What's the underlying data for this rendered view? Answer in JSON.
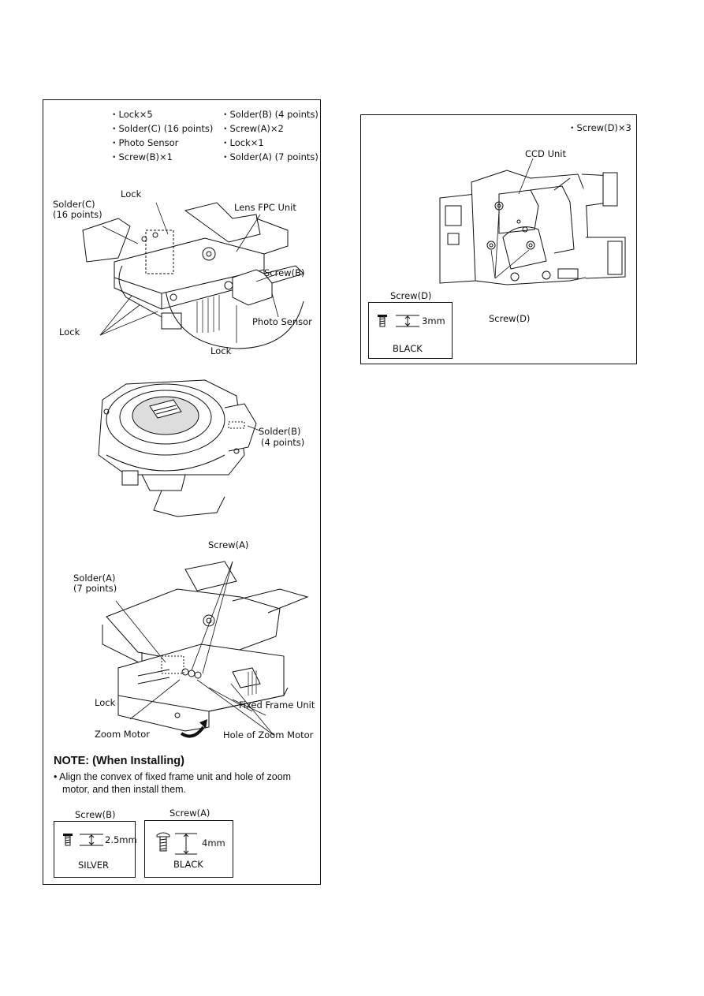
{
  "left_panel": {
    "checklist_left": [
      "・Lock×5",
      "・Solder(C) (16 points)",
      "・Photo Sensor",
      "・Screw(B)×1"
    ],
    "checklist_right": [
      "・Solder(B) (4 points)",
      "・Screw(A)×2",
      "・Lock×1",
      "・Solder(A) (7 points)"
    ],
    "fig1_labels": {
      "lock_top": "Lock",
      "solder_c": "Solder(C)",
      "solder_c_points": "(16 points)",
      "lens_fpc": "Lens FPC Unit",
      "screw_b": "Screw(B)",
      "lock_left": "Lock",
      "photo_sensor": "Photo Sensor",
      "lock_bottom": "Lock"
    },
    "fig2_labels": {
      "solder_b": "Solder(B)",
      "solder_b_points": "(4 points)"
    },
    "fig3_labels": {
      "screw_a": "Screw(A)",
      "solder_a": "Solder(A)",
      "solder_a_points": "(7 points)",
      "lock": "Lock",
      "fixed_frame": "Fixed Frame Unit",
      "zoom_motor": "Zoom Motor",
      "hole_zoom_motor": "Hole of Zoom Motor"
    },
    "note_title": "NOTE: (When Installing)",
    "note_line1": "• Align the convex of fixed frame unit and hole of zoom",
    "note_line2": "motor, and then install them.",
    "screw_b_box": {
      "title": "Screw(B)",
      "size": "2.5mm",
      "color": "SILVER"
    },
    "screw_a_box": {
      "title": "Screw(A)",
      "size": "4mm",
      "color": "BLACK"
    }
  },
  "right_panel": {
    "checklist": "・Screw(D)×3",
    "ccd_unit": "CCD Unit",
    "screw_d_label": "Screw(D)",
    "screw_d_box": {
      "title": "Screw(D)",
      "size": "3mm",
      "color": "BLACK"
    }
  }
}
